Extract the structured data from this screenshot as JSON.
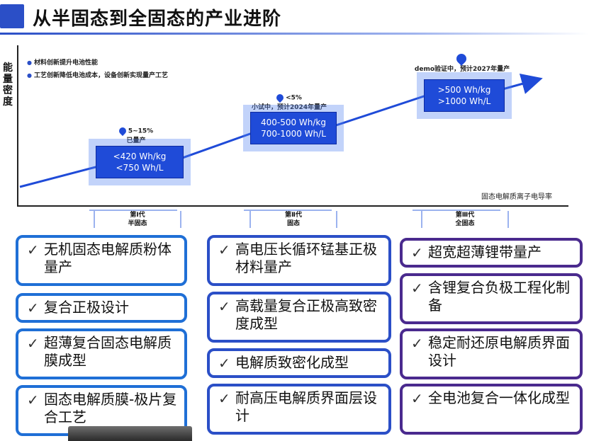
{
  "title": "从半固态到全固态的产业进阶",
  "chart": {
    "y_label": "能量密度",
    "x_label": "固态电解质离子电导率",
    "bullets": [
      "材料创新提升电池性能",
      "工艺创新降低电池成本，设备创新实现量产工艺"
    ],
    "stages": [
      {
        "note_pct": "5~15%",
        "note_status": "已量产",
        "spec_1": "<420 Wh/kg",
        "spec_2": "<750 Wh/L"
      },
      {
        "note_pct": "<5%",
        "note_status": "小试中，预计2024年量产",
        "spec_1": "400-500 Wh/kg",
        "spec_2": "700-1000 Wh/L"
      },
      {
        "note_pct": "",
        "note_status": "demo验证中，预计2027年量产",
        "spec_1": ">500 Wh/kg",
        "spec_2": ">1000 Wh/L"
      }
    ]
  },
  "generations": [
    {
      "line1": "第Ⅰ代",
      "line2": "半固态"
    },
    {
      "line1": "第Ⅱ代",
      "line2": "固态"
    },
    {
      "line1": "第Ⅲ代",
      "line2": "全固态"
    }
  ],
  "columns": [
    [
      "无机固态电解质粉体量产",
      "复合正极设计",
      "超薄复合固态电解质膜成型",
      "固态电解质膜-极片复合工艺"
    ],
    [
      "高电压长循环锰基正极材料量产",
      "高载量复合正极高致密度成型",
      "电解质致密化成型",
      "耐高压电解质界面层设计"
    ],
    [
      "超宽超薄锂带量产",
      "含锂复合负极工程化制备",
      "稳定耐还原电解质界面设计",
      "全电池复合一体化成型"
    ]
  ],
  "check_glyph": "✓",
  "colors": {
    "accent": "#2b4fc7",
    "box": "#1f4bd8",
    "col1": "#1f6fd6",
    "col2": "#2b4fc7",
    "col3": "#4a2a8e"
  }
}
